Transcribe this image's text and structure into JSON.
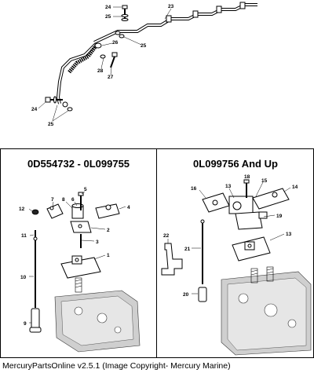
{
  "top_callouts": [
    "24",
    "25",
    "23",
    "26",
    "25",
    "28",
    "27",
    "24",
    "25"
  ],
  "left_panel": {
    "header": "0D554732 - 0L099755",
    "callouts": [
      "7",
      "6",
      "5",
      "8",
      "12",
      "4",
      "2",
      "11",
      "3",
      "1",
      "10",
      "9"
    ]
  },
  "right_panel": {
    "header": "0L099756 And Up",
    "callouts": [
      "18",
      "16",
      "13",
      "15",
      "14",
      "19",
      "22",
      "21",
      "13",
      "20"
    ]
  },
  "footer": "MercuryPartsOnline v2.5.1 (Image Copyright- Mercury Marine)"
}
